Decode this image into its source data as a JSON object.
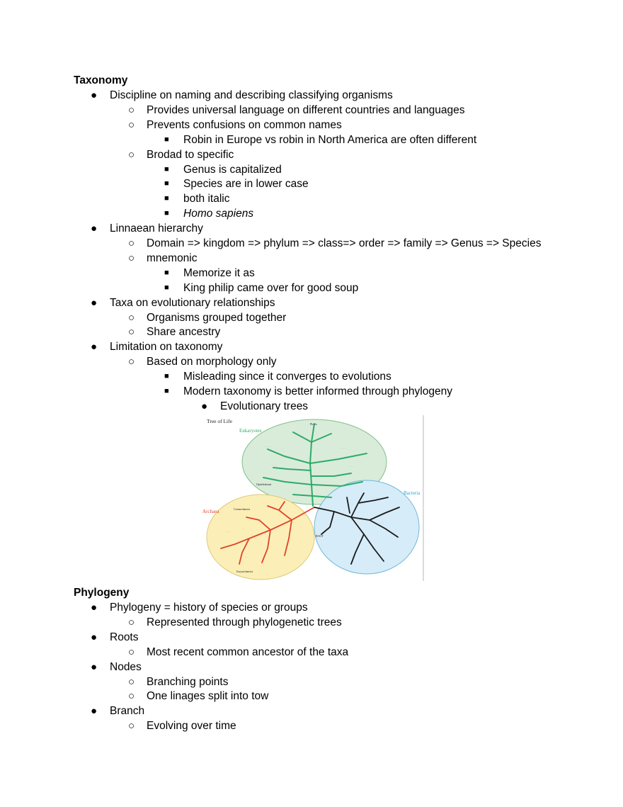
{
  "taxonomy": {
    "heading": "Taxonomy",
    "items": [
      {
        "level": 1,
        "text": "Discipline on naming and describing classifying organisms"
      },
      {
        "level": 2,
        "text": "Provides universal language on different countries and languages"
      },
      {
        "level": 2,
        "text": "Prevents confusions on common names"
      },
      {
        "level": 3,
        "text": "Robin in Europe vs robin in North America are often different"
      },
      {
        "level": 2,
        "text": "Brodad to specific"
      },
      {
        "level": 3,
        "text": "Genus is capitalized"
      },
      {
        "level": 3,
        "text": "Species are in lower case"
      },
      {
        "level": 3,
        "text": "both italic"
      },
      {
        "level": 3,
        "text": "Homo sapiens",
        "italic": true
      },
      {
        "level": 1,
        "text": "Linnaean hierarchy"
      },
      {
        "level": 2,
        "text": "Domain => kingdom => phylum => class=> order => family => Genus => Species"
      },
      {
        "level": 2,
        "text": "mnemonic"
      },
      {
        "level": 3,
        "text": "Memorize it as"
      },
      {
        "level": 3,
        "text": "King philip came over for good soup"
      },
      {
        "level": 1,
        "text": "Taxa on evolutionary relationships"
      },
      {
        "level": 2,
        "text": "Organisms grouped together"
      },
      {
        "level": 2,
        "text": "Share ancestry"
      },
      {
        "level": 1,
        "text": "Limitation on taxonomy"
      },
      {
        "level": 2,
        "text": "Based on morphology only"
      },
      {
        "level": 3,
        "text": "Misleading since it converges to evolutions"
      },
      {
        "level": 3,
        "text": "Modern taxonomy is better informed through phylogeny"
      },
      {
        "level": 4,
        "text": "Evolutionary trees"
      }
    ]
  },
  "figure": {
    "title": "Tree of Life",
    "labels": {
      "eukaryotes": "Eukaryotes",
      "archaea": "Archaea",
      "bacteria": "Bacteria",
      "root": "ROOT",
      "crenarchaeota": "Crenarchaeota",
      "euryarchaeota": "Euryarchaeota",
      "opisthokonts": "Opisthokonts",
      "plants": "Plants"
    },
    "colors": {
      "eukaryotes": "#2eaa6a",
      "archaea": "#e0432b",
      "bacteria": "#2aa3cf",
      "eukaryote_fill": "#d9ecd9",
      "archaea_fill": "#fbefb7",
      "bacteria_fill": "#d6ecf8"
    }
  },
  "phylogeny": {
    "heading": "Phylogeny",
    "items": [
      {
        "level": 1,
        "text": "Phylogeny = history of species or groups"
      },
      {
        "level": 2,
        "text": "Represented through phylogenetic trees"
      },
      {
        "level": 1,
        "text": "Roots"
      },
      {
        "level": 2,
        "text": "Most recent common ancestor of the taxa"
      },
      {
        "level": 1,
        "text": "Nodes"
      },
      {
        "level": 2,
        "text": "Branching points"
      },
      {
        "level": 2,
        "text": "One linages split into tow"
      },
      {
        "level": 1,
        "text": "Branch"
      },
      {
        "level": 2,
        "text": "Evolving over time"
      }
    ]
  }
}
